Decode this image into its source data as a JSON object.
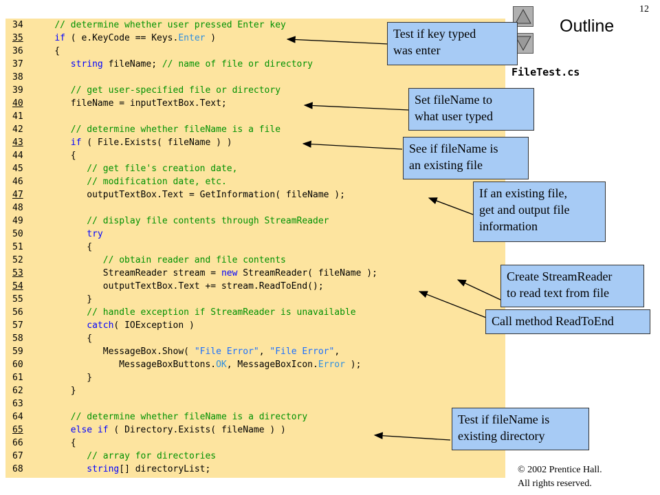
{
  "slide": {
    "page_number": "12",
    "outline_title": "Outline",
    "file_name": "FileTest.cs",
    "copyright_line1": "© 2002 Prentice Hall.",
    "copyright_line2": "All rights reserved."
  },
  "code_lines": [
    {
      "n": "34",
      "u": false,
      "seg": [
        [
          "    ",
          ""
        ],
        [
          "// determine whether user pressed Enter key",
          "cm"
        ]
      ]
    },
    {
      "n": "35",
      "u": true,
      "seg": [
        [
          "    ",
          ""
        ],
        [
          "if",
          "kw"
        ],
        [
          " ( e.KeyCode == Keys.",
          ""
        ],
        [
          "Enter",
          "ct"
        ],
        [
          " )",
          ""
        ]
      ]
    },
    {
      "n": "36",
      "u": false,
      "seg": [
        [
          "    {",
          ""
        ]
      ]
    },
    {
      "n": "37",
      "u": false,
      "seg": [
        [
          "       ",
          ""
        ],
        [
          "string",
          "kw"
        ],
        [
          " fileName; ",
          ""
        ],
        [
          "// name of file or directory",
          "cm"
        ]
      ]
    },
    {
      "n": "38",
      "u": false,
      "seg": []
    },
    {
      "n": "39",
      "u": false,
      "seg": [
        [
          "       ",
          ""
        ],
        [
          "// get user-specified file or directory",
          "cm"
        ]
      ]
    },
    {
      "n": "40",
      "u": true,
      "seg": [
        [
          "       fileName = inputTextBox.Text;",
          ""
        ]
      ]
    },
    {
      "n": "41",
      "u": false,
      "seg": []
    },
    {
      "n": "42",
      "u": false,
      "seg": [
        [
          "       ",
          ""
        ],
        [
          "// determine whether fileName is a file",
          "cm"
        ]
      ]
    },
    {
      "n": "43",
      "u": true,
      "seg": [
        [
          "       ",
          ""
        ],
        [
          "if",
          "kw"
        ],
        [
          " ( File.Exists( fileName ) )",
          ""
        ]
      ]
    },
    {
      "n": "44",
      "u": false,
      "seg": [
        [
          "       {",
          ""
        ]
      ]
    },
    {
      "n": "45",
      "u": false,
      "seg": [
        [
          "          ",
          ""
        ],
        [
          "// get file's creation date,",
          "cm"
        ]
      ]
    },
    {
      "n": "46",
      "u": false,
      "seg": [
        [
          "          ",
          ""
        ],
        [
          "// modification date, etc.",
          "cm"
        ]
      ]
    },
    {
      "n": "47",
      "u": true,
      "seg": [
        [
          "          outputTextBox.Text = GetInformation( fileName );",
          ""
        ]
      ]
    },
    {
      "n": "48",
      "u": false,
      "seg": []
    },
    {
      "n": "49",
      "u": false,
      "seg": [
        [
          "          ",
          ""
        ],
        [
          "// display file contents through StreamReader",
          "cm"
        ]
      ]
    },
    {
      "n": "50",
      "u": false,
      "seg": [
        [
          "          ",
          ""
        ],
        [
          "try",
          "kw"
        ]
      ]
    },
    {
      "n": "51",
      "u": false,
      "seg": [
        [
          "          {",
          ""
        ]
      ]
    },
    {
      "n": "52",
      "u": false,
      "seg": [
        [
          "             ",
          ""
        ],
        [
          "// obtain reader and file contents",
          "cm"
        ]
      ]
    },
    {
      "n": "53",
      "u": true,
      "seg": [
        [
          "             StreamReader stream = ",
          ""
        ],
        [
          "new",
          "kw"
        ],
        [
          " StreamReader( fileName );",
          ""
        ]
      ]
    },
    {
      "n": "54",
      "u": true,
      "seg": [
        [
          "             outputTextBox.Text += stream.ReadToEnd();",
          ""
        ]
      ]
    },
    {
      "n": "55",
      "u": false,
      "seg": [
        [
          "          }",
          ""
        ]
      ]
    },
    {
      "n": "56",
      "u": false,
      "seg": [
        [
          "          ",
          ""
        ],
        [
          "// handle exception if StreamReader is unavailable",
          "cm"
        ]
      ]
    },
    {
      "n": "57",
      "u": false,
      "seg": [
        [
          "          ",
          ""
        ],
        [
          "catch",
          "kw"
        ],
        [
          "( IOException )",
          ""
        ]
      ]
    },
    {
      "n": "58",
      "u": false,
      "seg": [
        [
          "          {",
          ""
        ]
      ]
    },
    {
      "n": "59",
      "u": false,
      "seg": [
        [
          "             MessageBox.Show( ",
          ""
        ],
        [
          "\"File Error\"",
          "st"
        ],
        [
          ", ",
          ""
        ],
        [
          "\"File Error\"",
          "st"
        ],
        [
          ",",
          ""
        ]
      ]
    },
    {
      "n": "60",
      "u": false,
      "seg": [
        [
          "                MessageBoxButtons.",
          ""
        ],
        [
          "OK",
          "ct"
        ],
        [
          ", MessageBoxIcon.",
          ""
        ],
        [
          "Error",
          "ct"
        ],
        [
          " );",
          ""
        ]
      ]
    },
    {
      "n": "61",
      "u": false,
      "seg": [
        [
          "          }",
          ""
        ]
      ]
    },
    {
      "n": "62",
      "u": false,
      "seg": [
        [
          "       }",
          ""
        ]
      ]
    },
    {
      "n": "63",
      "u": false,
      "seg": []
    },
    {
      "n": "64",
      "u": false,
      "seg": [
        [
          "       ",
          ""
        ],
        [
          "// determine whether fileName is a directory",
          "cm"
        ]
      ]
    },
    {
      "n": "65",
      "u": true,
      "seg": [
        [
          "       ",
          ""
        ],
        [
          "else if",
          "kw"
        ],
        [
          " ( Directory.Exists( fileName ) )",
          ""
        ]
      ]
    },
    {
      "n": "66",
      "u": false,
      "seg": [
        [
          "       {",
          ""
        ]
      ]
    },
    {
      "n": "67",
      "u": false,
      "seg": [
        [
          "          ",
          ""
        ],
        [
          "// array for directories",
          "cm"
        ]
      ]
    },
    {
      "n": "68",
      "u": false,
      "seg": [
        [
          "          ",
          ""
        ],
        [
          "string",
          "kw"
        ],
        [
          "[] directoryList;",
          ""
        ]
      ]
    }
  ],
  "callouts": [
    {
      "name": "callout-key-enter",
      "text": "Test if key typed\nwas enter"
    },
    {
      "name": "callout-set-filename",
      "text": "Set fileName to\nwhat user typed"
    },
    {
      "name": "callout-existing-file",
      "text": "See if fileName is\nan existing file"
    },
    {
      "name": "callout-file-info",
      "text": "If an existing file,\nget and output file\ninformation"
    },
    {
      "name": "callout-streamreader",
      "text": "Create StreamReader\nto read text from file"
    },
    {
      "name": "callout-readtoend",
      "text": "Call method ReadToEnd"
    },
    {
      "name": "callout-directory",
      "text": "Test if fileName is\nexisting directory"
    }
  ]
}
